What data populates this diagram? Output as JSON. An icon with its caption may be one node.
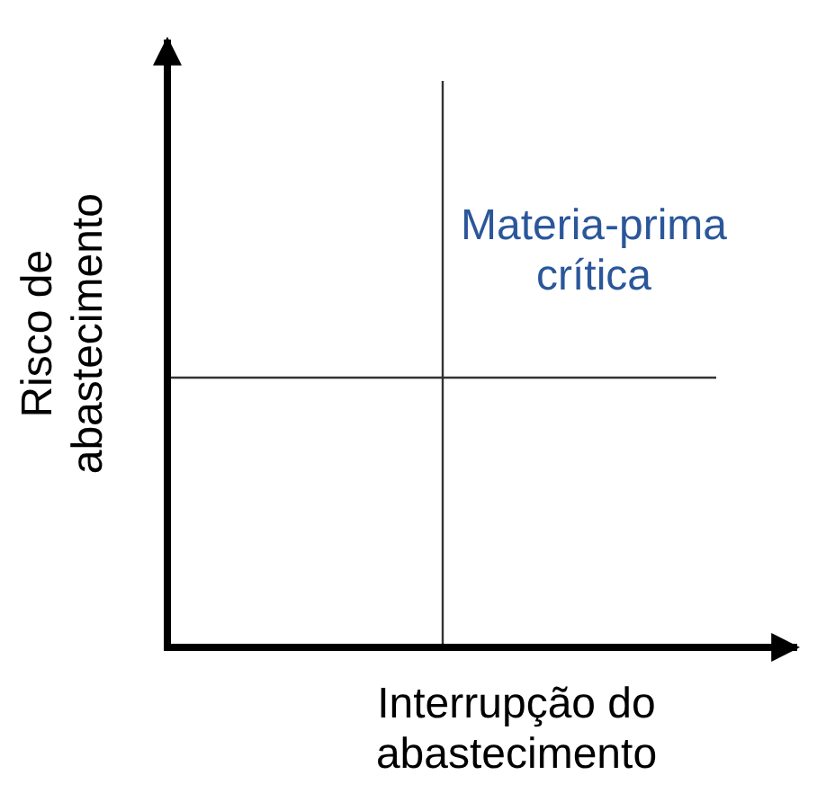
{
  "diagram": {
    "labels": [
      "Risco de abastecimento",
      "Materia-prima crítica",
      "Interrupção do abastecimento"
    ]
  }
}
